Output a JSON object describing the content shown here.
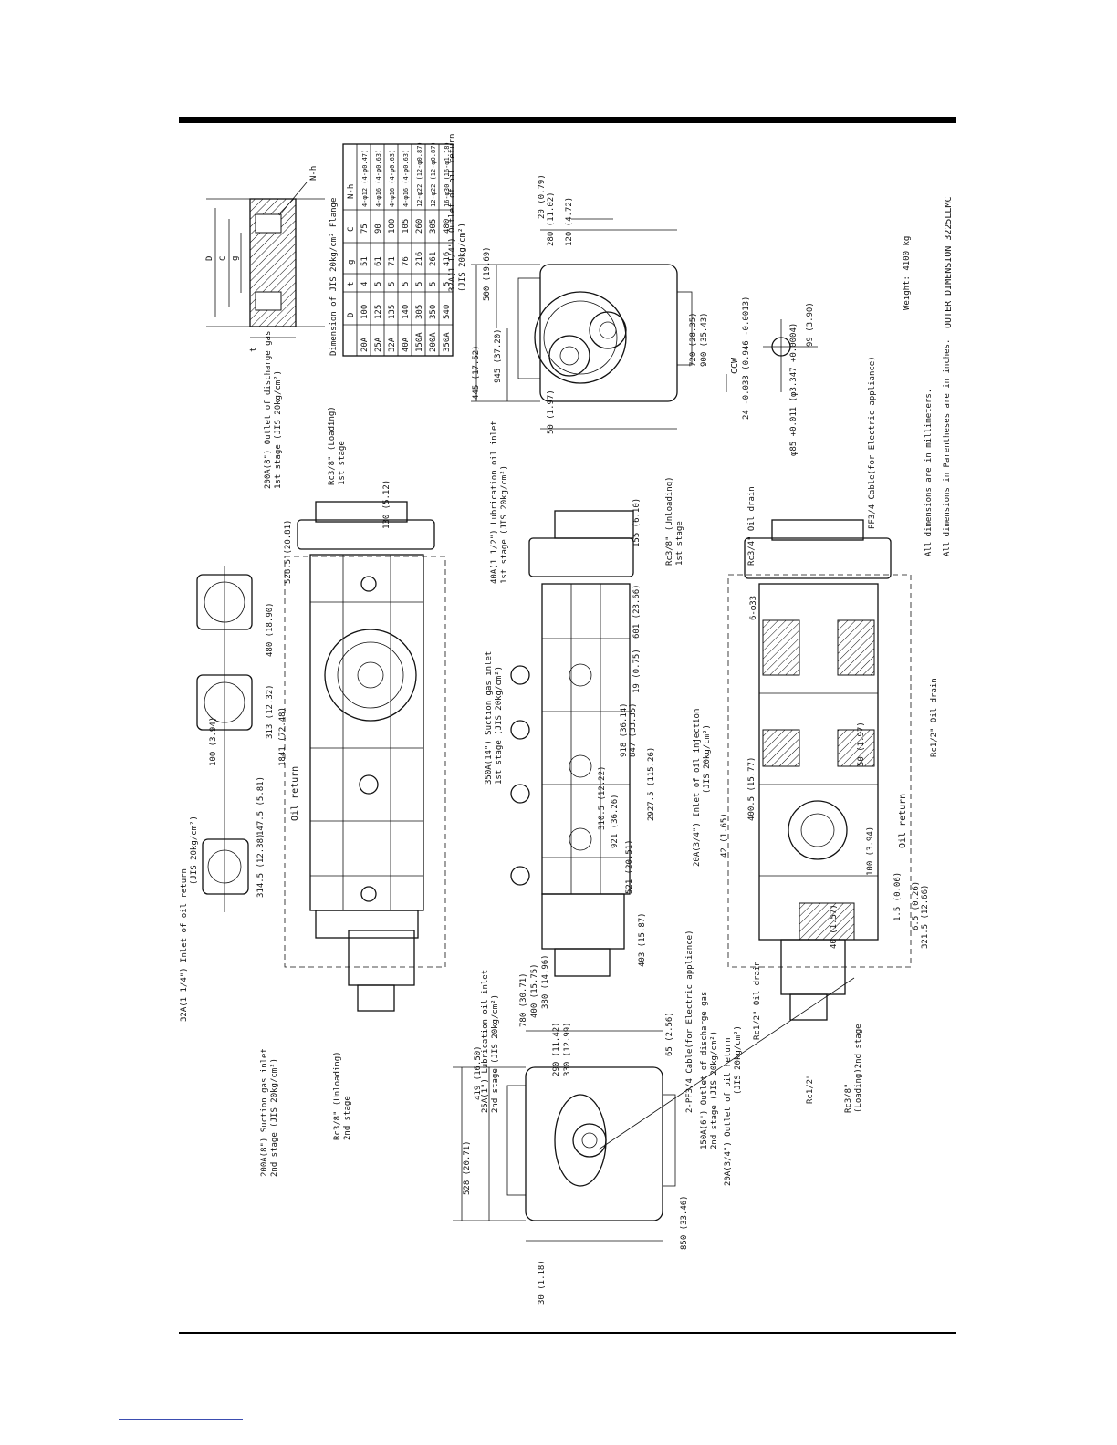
{
  "flange_table": {
    "title": "Dimension of JIS 20kg/cm² Flange",
    "headers": [
      "",
      "D",
      "t",
      "g",
      "C",
      "N-h"
    ],
    "rows": [
      [
        "20A",
        "100",
        "4",
        "51",
        "75",
        "4-φ12 (4-φ0.47)"
      ],
      [
        "25A",
        "125",
        "5",
        "61",
        "90",
        "4-φ16 (4-φ0.63)"
      ],
      [
        "32A",
        "135",
        "5",
        "71",
        "100",
        "4-φ16 (4-φ0.63)"
      ],
      [
        "40A",
        "140",
        "5",
        "76",
        "105",
        "4-φ16 (4-φ0.63)"
      ],
      [
        "150A",
        "305",
        "5",
        "216",
        "260",
        "12-φ22 (12-φ0.87)"
      ],
      [
        "200A",
        "350",
        "5",
        "261",
        "305",
        "12-φ22 (12-φ0.87)"
      ],
      [
        "350A",
        "540",
        "5",
        "416",
        "480",
        "16-φ30 (16-φ1.18)"
      ]
    ]
  },
  "flange_detail_labels": {
    "D": "D",
    "C": "C",
    "g": "g",
    "t": "t",
    "Nh": "N-h"
  },
  "callouts": {
    "outlet_discharge": "200A(8\") Outlet of discharge gas",
    "outlet_discharge_2": "1st stage (JIS 20kg/cm²)",
    "loading_1st": "Rc3/8\" (Loading)",
    "loading_1st_2": "1st stage",
    "inlet_oil_return_32": "32A(1 1/4\") Inlet of oil return",
    "inlet_oil_return_32_2": "(JIS 20kg/cm²)",
    "suction_2nd": "200A(8\") Suction gas inlet",
    "suction_2nd_2": "2nd stage (JIS 20kg/cm²)",
    "unloading_2nd": "Rc3/8\" (Unloading)",
    "unloading_2nd_2": "2nd stage",
    "lube_inlet_1st": "40A(1 1/2\") Lubrication oil inlet",
    "lube_inlet_1st_2": "1st stage (JIS 20kg/cm²)",
    "unloading_1st": "Rc3/8\" (Unloading)",
    "unloading_1st_2": "1st stage",
    "suction_1st": "350A(14\") Suction gas inlet",
    "suction_1st_2": "1st stage (JIS 20kg/cm²)",
    "oil_injection": "20A(3/4\") Inlet of oil injection",
    "oil_injection_2": "(JIS 20kg/cm²)",
    "lube_inlet_2nd": "25A(1\") Lubrication oil inlet",
    "lube_inlet_2nd_2": "2nd stage (JIS 20kg/cm²)",
    "discharge_2nd": "150A(6\") Outlet of discharge gas",
    "discharge_2nd_2": "2nd stage (JIS 20kg/cm²)",
    "cable_2": "2-PF3/4 Cable(for Electric appliance)",
    "oil_drain_34": "Rc3/4\" Oil drain",
    "cable_1": "PF3/4 Cable(for Electric appliance)",
    "oil_drain_12_a": "Rc1/2\" Oil drain",
    "oil_drain_12_b": "Rc1/2\" Oil drain",
    "outlet_oil_return_20": "20A(3/4\") Outlet of oil return",
    "outlet_oil_return_20_2": "(JIS 20kg/cm²)",
    "rc12_bottom": "Rc1/2\"",
    "rc38_loading_2nd": "Rc3/8\"",
    "rc38_loading_2nd_2": "(Loading)2nd stage",
    "outlet_oil_return_32": "32A(1 1/4\") Outlet of oil return",
    "outlet_oil_return_32_2": "(JIS 20kg/cm²)",
    "oil_return_1": "Oil return",
    "oil_return_2": "Oil return",
    "ccw": "CCW",
    "bolt_holes": "6-φ33"
  },
  "dimensions": {
    "d1": "528.5 (20.81)",
    "d2": "480 (18.90)",
    "d3": "313 (12.32)",
    "d4": "1841 (72.48)",
    "d5": "147.5 (5.81)",
    "d6": "314.5 (12.38)",
    "d7": "100 (3.94)",
    "d8": "130 (5.12)",
    "d9": "155 (6.10)",
    "d10": "601 (23.66)",
    "d11": "19 (0.75)",
    "d12": "918 (36.14)",
    "d13": "847 (33.35)",
    "d14": "2927.5 (115.26)",
    "d15": "921 (36.26)",
    "d16": "521 (20.51)",
    "d17": "403 (15.87)",
    "d18": "310.5 (12.22)",
    "d19": "400.5 (15.77)",
    "d20": "321.5 (12.66)",
    "d21": "1.5 (0.06)",
    "d22": "6.5 (0.26)",
    "d23": "945 (37.20)",
    "d24": "445 (17.52)",
    "d25": "500 (19.69)",
    "d26": "720 (28.35)",
    "d27": "900 (35.43)",
    "d28": "280 (11.02)",
    "d29": "120 (4.72)",
    "d30": "20 (0.79)",
    "d31": "50 (1.97)",
    "d32": "528 (20.71)",
    "d33": "419 (16.50)",
    "d34": "780 (30.71)",
    "d35": "400 (15.75)",
    "d36": "380 (14.96)",
    "d37": "290 (11.42)",
    "d38": "330 (12.99)",
    "d39": "850 (33.46)",
    "d40": "65 (2.56)",
    "d41": "30 (1.18)",
    "d42": "40 (1.57)",
    "d43": "50 (1.97)",
    "d44": "100 (3.94)",
    "d45": "42 (1.65)"
  },
  "shaft_detail": {
    "keyway": "24 -0.033 (0.946 -0.0013)",
    "shaft_dia": "φ85 +0.011 (φ3.347 +0.0004)",
    "key_height": "99 (3.90)"
  },
  "notes": {
    "weight": "Weight: 4100 kg",
    "mm_note": "All dimensions are in millimeters.",
    "inch_note": "All dimensions in Parentheses are in inches.",
    "title": "OUTER DIMENSION  3225LLMC"
  }
}
